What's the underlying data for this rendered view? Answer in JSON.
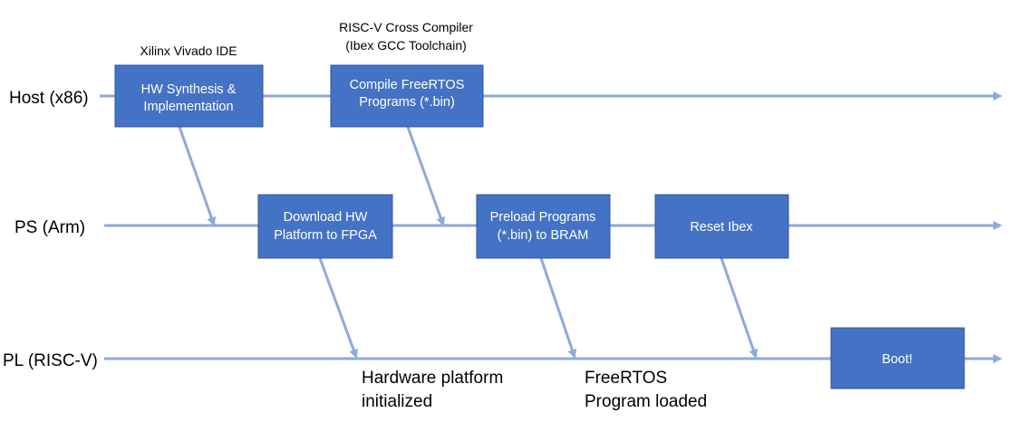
{
  "lanes": {
    "host": "Host (x86)",
    "ps": "PS (Arm)",
    "pl": "PL (RISC-V)"
  },
  "tools": {
    "vivado": "Xilinx Vivado IDE",
    "cross_compiler_line1": "RISC-V Cross Compiler",
    "cross_compiler_line2": "(Ibex GCC Toolchain)"
  },
  "steps": {
    "hw_synthesis": {
      "line1": "HW Synthesis &",
      "line2": "Implementation"
    },
    "compile_freertos": {
      "line1": "Compile FreeRTOS",
      "line2": "Programs (*.bin)"
    },
    "download_hw": {
      "line1": "Download HW",
      "line2": "Platform to FPGA"
    },
    "preload_programs": {
      "line1": "Preload Programs",
      "line2": "(*.bin) to BRAM"
    },
    "reset_ibex": {
      "line1": "Reset Ibex"
    },
    "boot": {
      "line1": "Boot!"
    }
  },
  "notes": {
    "hw_initialized_line1": "Hardware platform",
    "hw_initialized_line2": "initialized",
    "program_loaded_line1": "FreeRTOS",
    "program_loaded_line2": "Program loaded"
  },
  "colors": {
    "box_fill": "#4472c4",
    "line": "#8eaadb",
    "box_text": "#ffffff"
  }
}
